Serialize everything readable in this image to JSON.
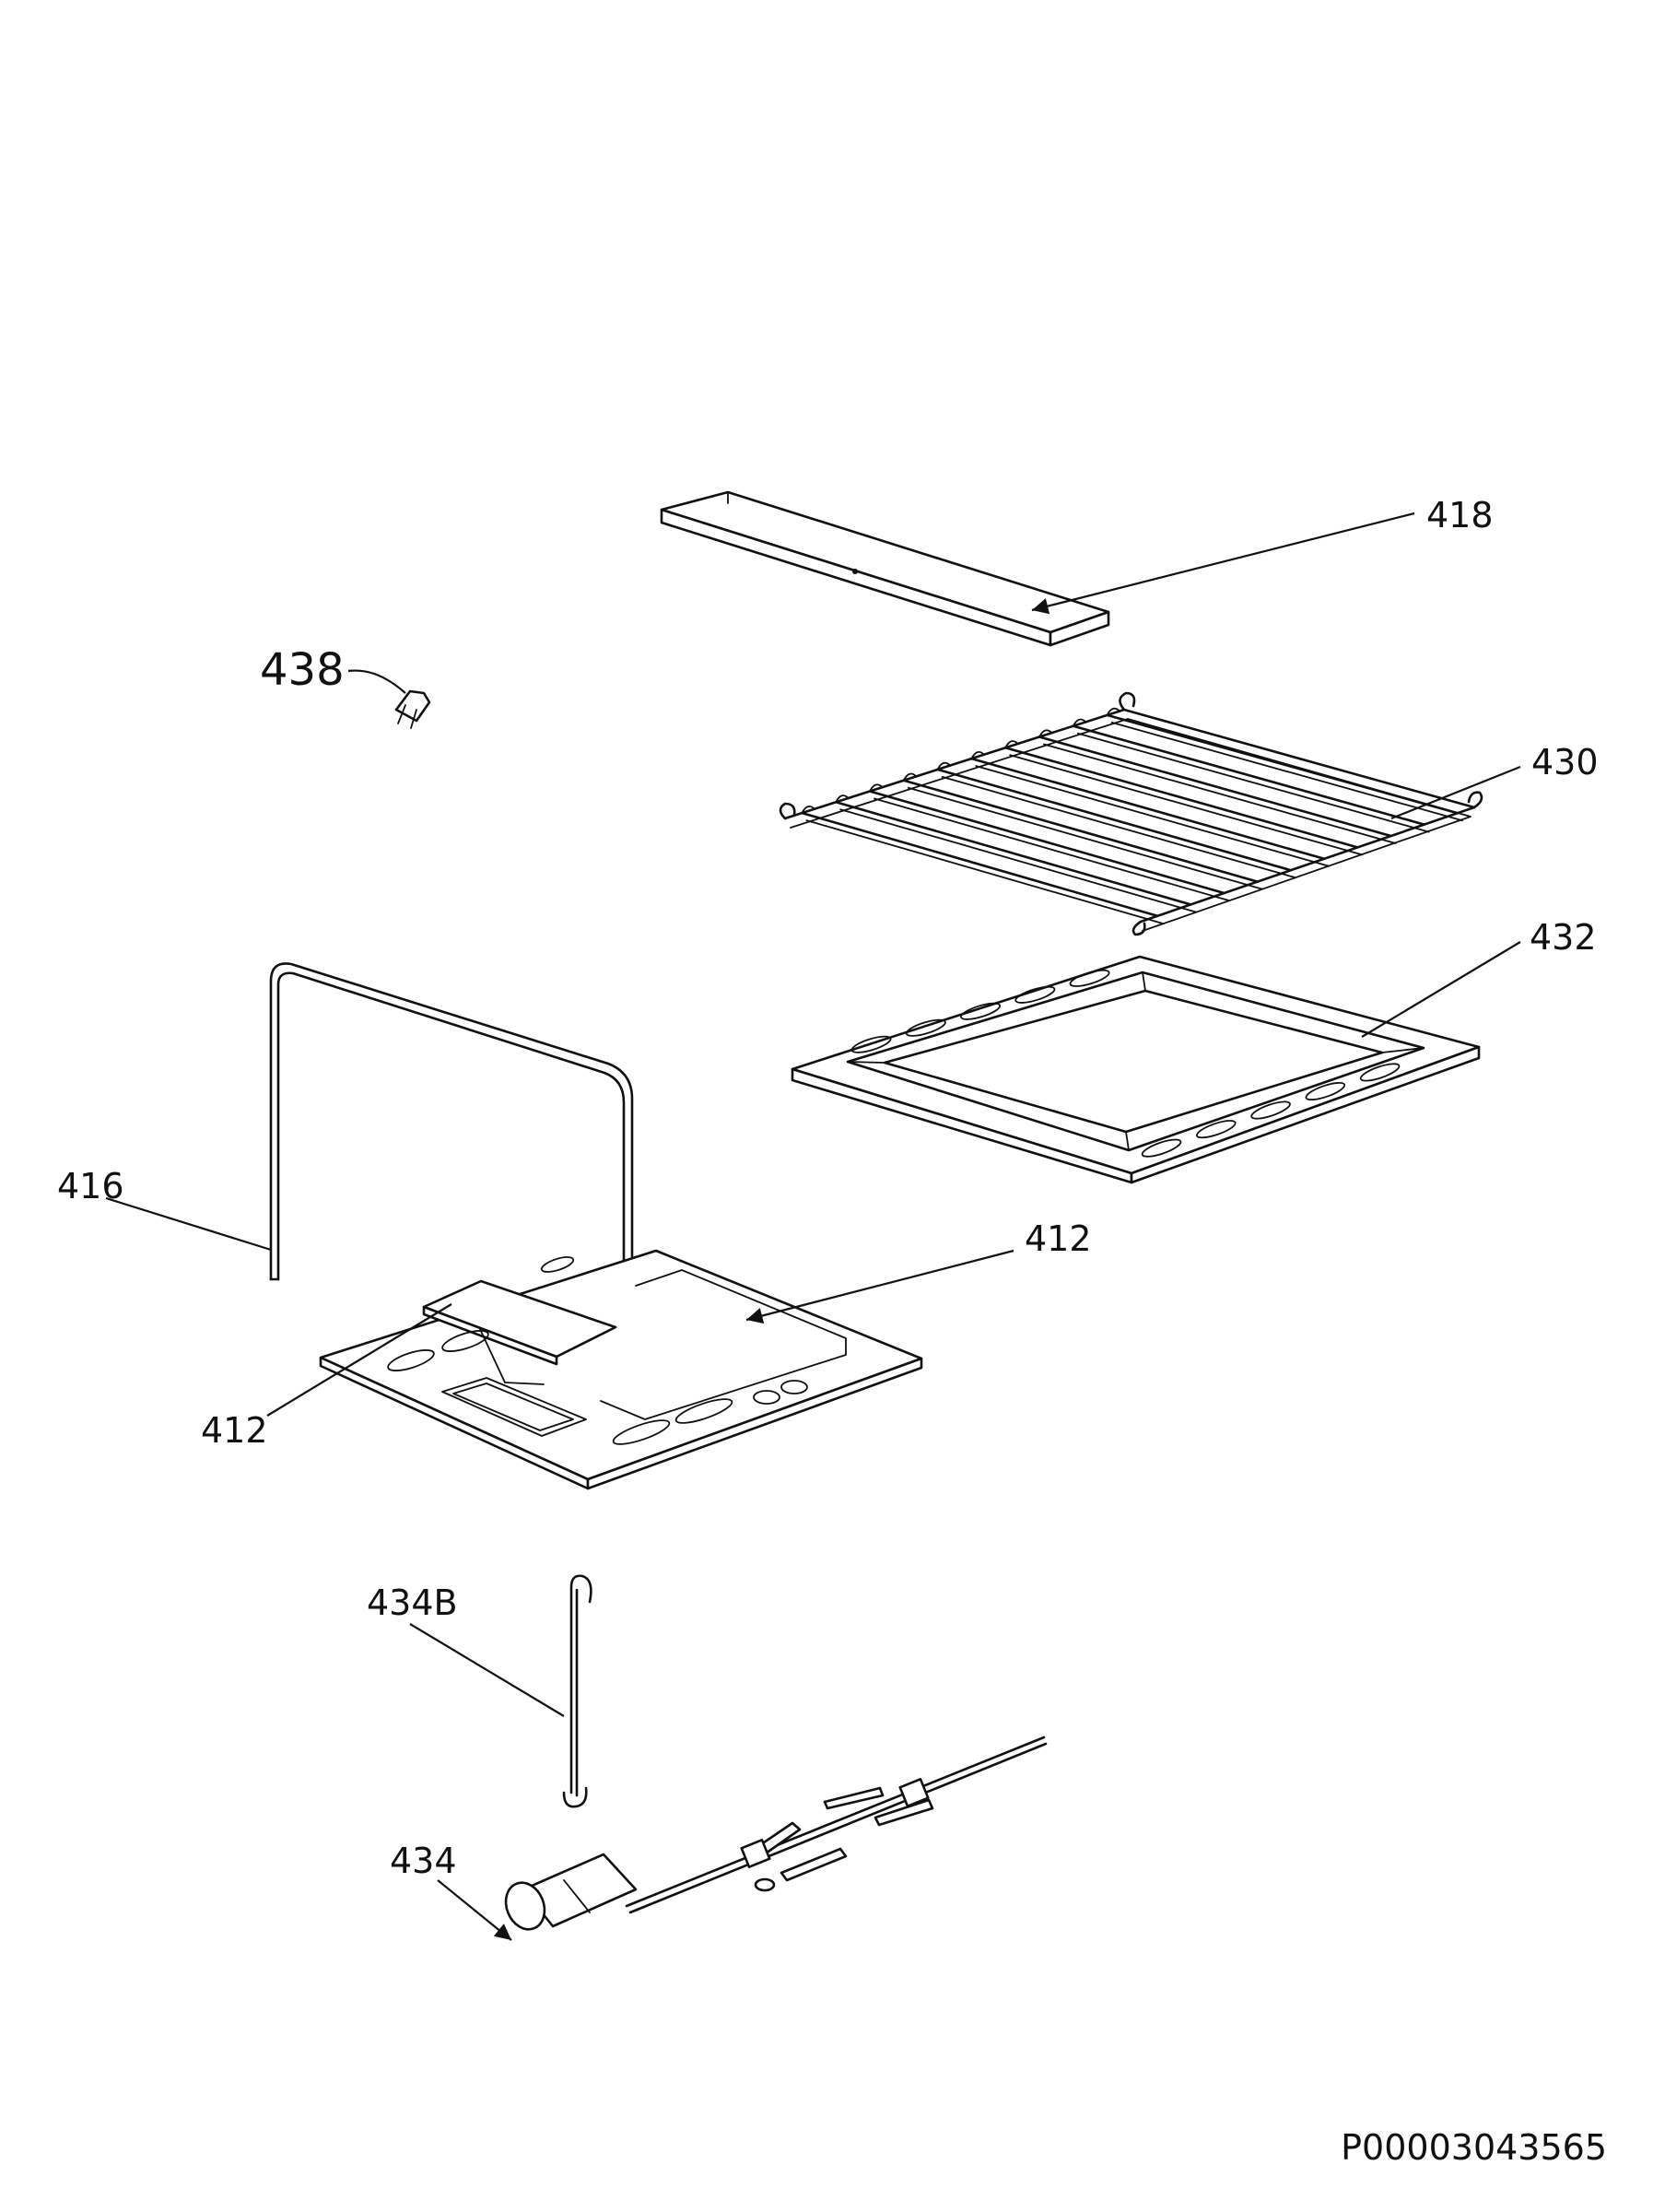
{
  "callouts": {
    "c418": "418",
    "c438": "438",
    "c430": "430",
    "c432": "432",
    "c416": "416",
    "c412a": "412",
    "c412b": "412",
    "c434b": "434B",
    "c434": "434"
  },
  "document_number": "P00003043565"
}
